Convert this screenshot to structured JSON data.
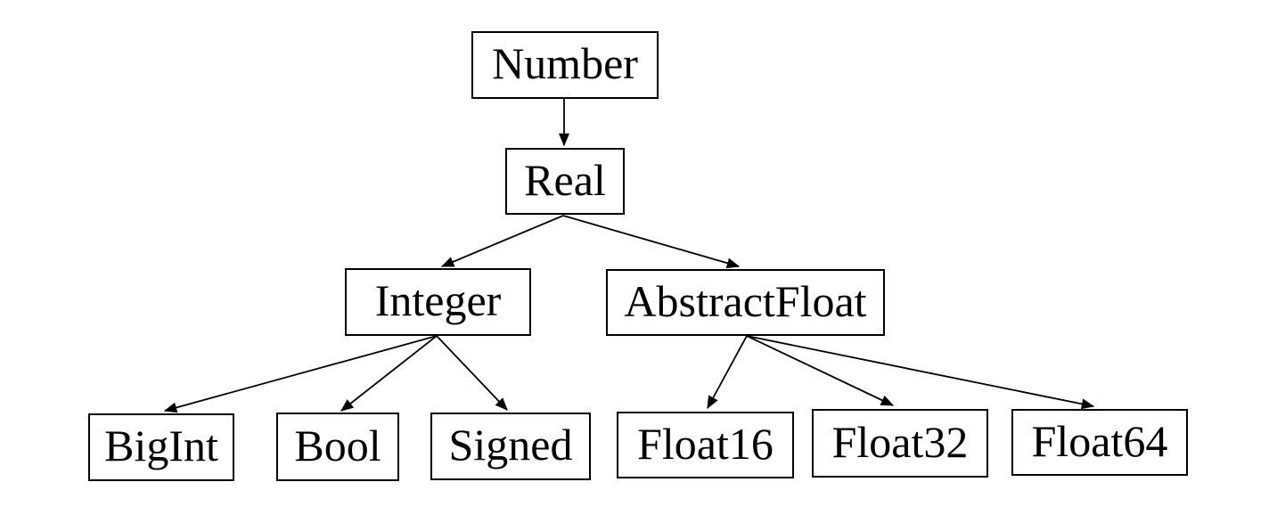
{
  "diagram": {
    "description": "Type hierarchy tree of numeric types",
    "background_color": "#ffffff",
    "line_color": "#000000",
    "text_color": "#000000",
    "nodes": {
      "number": {
        "label": "Number"
      },
      "real": {
        "label": "Real"
      },
      "integer": {
        "label": "Integer"
      },
      "abstractfloat": {
        "label": "AbstractFloat"
      },
      "bigint": {
        "label": "BigInt"
      },
      "bool": {
        "label": "Bool"
      },
      "signed": {
        "label": "Signed"
      },
      "float16": {
        "label": "Float16"
      },
      "float32": {
        "label": "Float32"
      },
      "float64": {
        "label": "Float64"
      }
    },
    "edges": [
      {
        "from": "Number",
        "to": "Real"
      },
      {
        "from": "Real",
        "to": "Integer"
      },
      {
        "from": "Real",
        "to": "AbstractFloat"
      },
      {
        "from": "Integer",
        "to": "BigInt"
      },
      {
        "from": "Integer",
        "to": "Bool"
      },
      {
        "from": "Integer",
        "to": "Signed"
      },
      {
        "from": "AbstractFloat",
        "to": "Float16"
      },
      {
        "from": "AbstractFloat",
        "to": "Float32"
      },
      {
        "from": "AbstractFloat",
        "to": "Float64"
      }
    ]
  }
}
